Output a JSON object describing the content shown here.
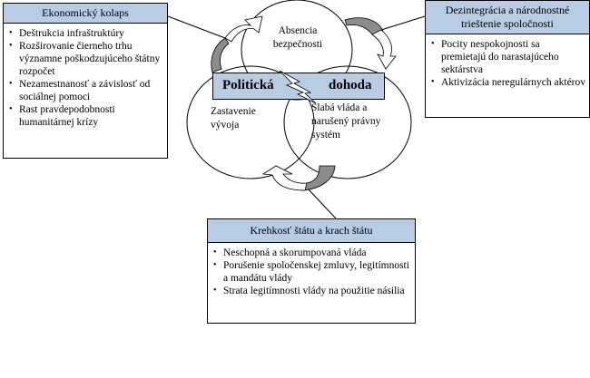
{
  "colors": {
    "header_fill": "#b8cce4",
    "arrow_fill": "#8c8c8c",
    "line": "#000000"
  },
  "center": {
    "top_circle": "Absencia bezpečnosti",
    "left_circle": "Zastavenie vývoja",
    "right_circle": "Slabá vláda a narušený právny systém",
    "banner_left": "Politická",
    "banner_right": "dohoda",
    "banner_icon": "lightning-icon"
  },
  "boxes": {
    "left": {
      "title": "Ekonomický kolaps",
      "items": [
        "Deštrukcia infraštruktúry",
        "Rozširovanie čierneho trhu významne poškodzujúceho štátny rozpočet",
        "Nezamestnanosť a závislosť od sociálnej pomoci",
        "Rast pravdepodobnosti humanitárnej krízy"
      ]
    },
    "right": {
      "title": "Dezintegrácia a národnostné trieštenie spoločnosti",
      "items": [
        "Pocity nespokojnosti sa premietajú do narastajúceho sektárstva",
        "Aktivizácia neregulárnych aktérov"
      ]
    },
    "bottom": {
      "title": "Krehkosť štátu a krach štátu",
      "items": [
        "Neschopná a skorumpovaná vláda",
        "Porušenie spoločenskej zmluvy, legitímnosti a mandátu vlády",
        "Strata legitímnosti vlády na použitie násilia"
      ]
    }
  }
}
